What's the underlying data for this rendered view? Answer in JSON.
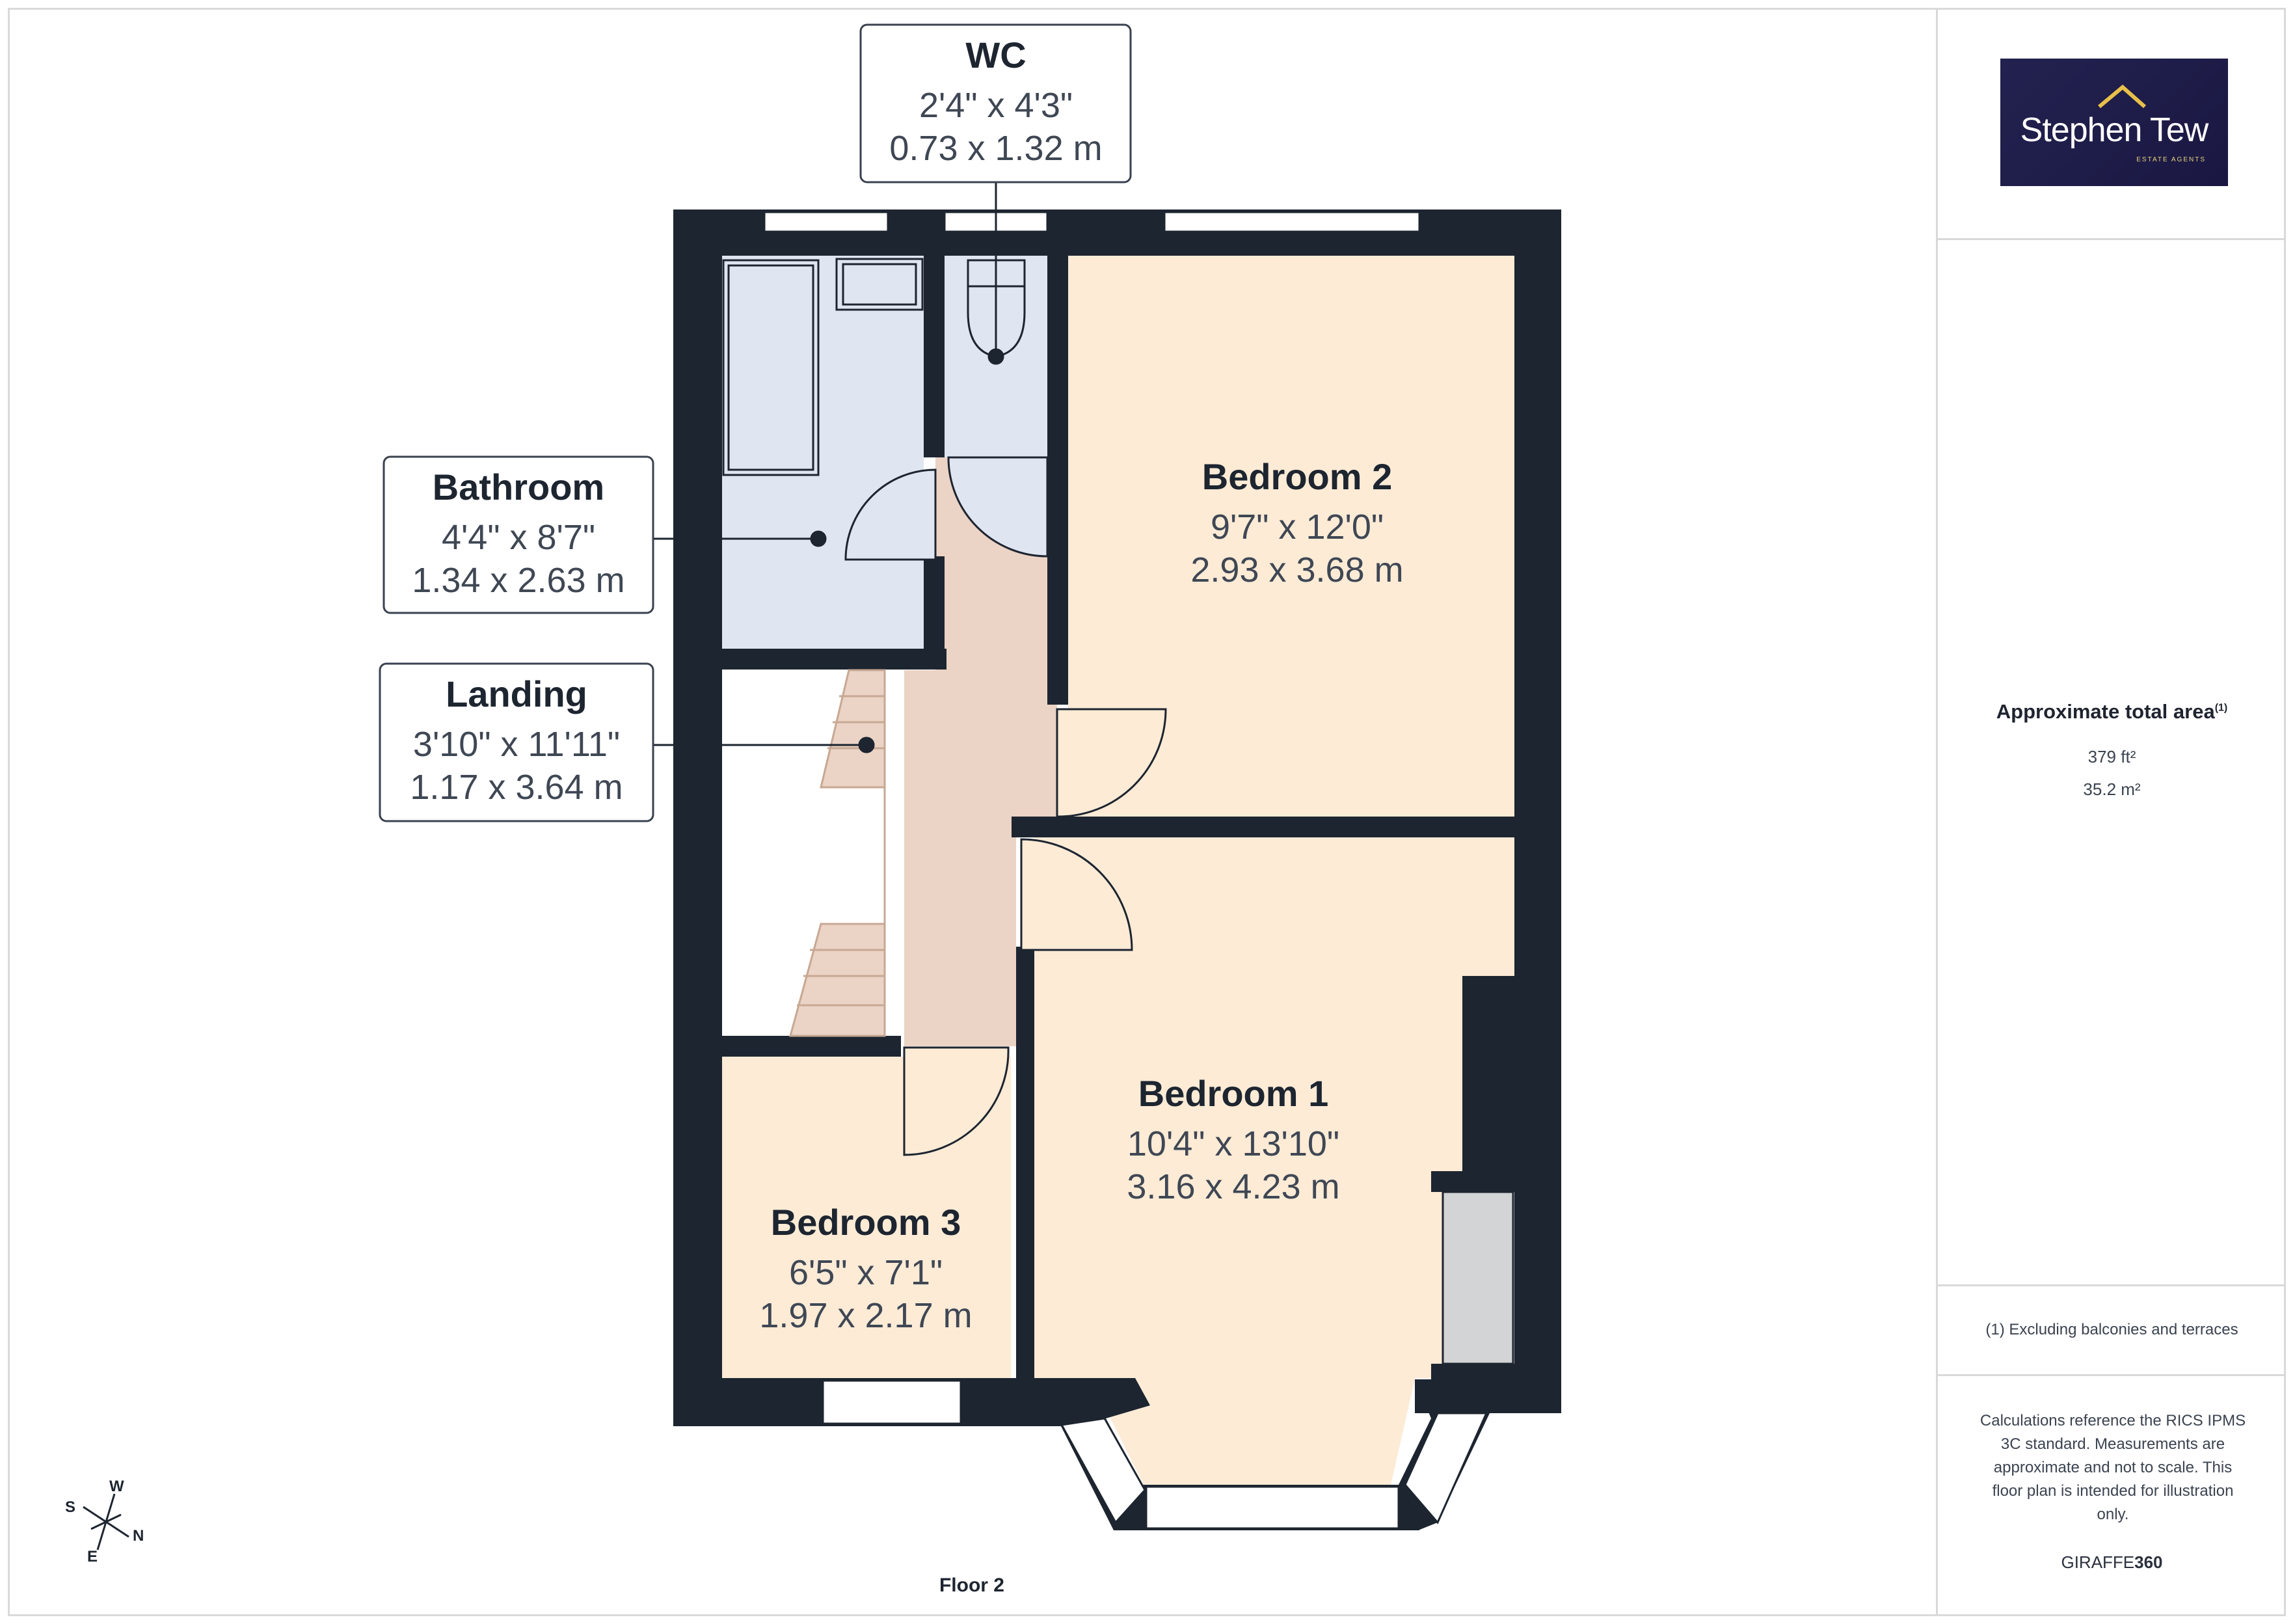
{
  "rooms": {
    "wc": {
      "name": "WC",
      "imperial": "2'4\" x 4'3\"",
      "metric": "0.73 x 1.32 m"
    },
    "bathroom": {
      "name": "Bathroom",
      "imperial": "4'4\" x 8'7\"",
      "metric": "1.34 x 2.63 m"
    },
    "landing": {
      "name": "Landing",
      "imperial": "3'10\" x 11'11\"",
      "metric": "1.17 x 3.64 m"
    },
    "bedroom2": {
      "name": "Bedroom 2",
      "imperial": "9'7\" x 12'0\"",
      "metric": "2.93 x 3.68 m"
    },
    "bedroom1": {
      "name": "Bedroom 1",
      "imperial": "10'4\" x 13'10\"",
      "metric": "3.16 x 4.23 m"
    },
    "bedroom3": {
      "name": "Bedroom 3",
      "imperial": "6'5\" x 7'1\"",
      "metric": "1.97 x 2.17 m"
    }
  },
  "floor_label": "Floor 2",
  "compass": {
    "w": "W",
    "s": "S",
    "n": "N",
    "e": "E"
  },
  "panel": {
    "logo_name": "Stephen Tew",
    "logo_tagline": "ESTATE AGENTS",
    "area_title": "Approximate total area",
    "area_title_sup": "(1)",
    "area_ft": "379 ft²",
    "area_m": "35.2 m²",
    "footnote": "(1) Excluding balconies and terraces",
    "calc_note": "Calculations reference the RICS IPMS 3C standard. Measurements are approximate and not to scale. This floor plan is intended for illustration only.",
    "brand_a": "GIRAFFE",
    "brand_b": "360"
  },
  "colors": {
    "wall": "#1d2530",
    "bedroom": "#fdebd6",
    "wet": "#dfe5f1",
    "landing": "#ebd3c5",
    "label_text": "#1d2530",
    "dim_text": "#3f4754"
  }
}
